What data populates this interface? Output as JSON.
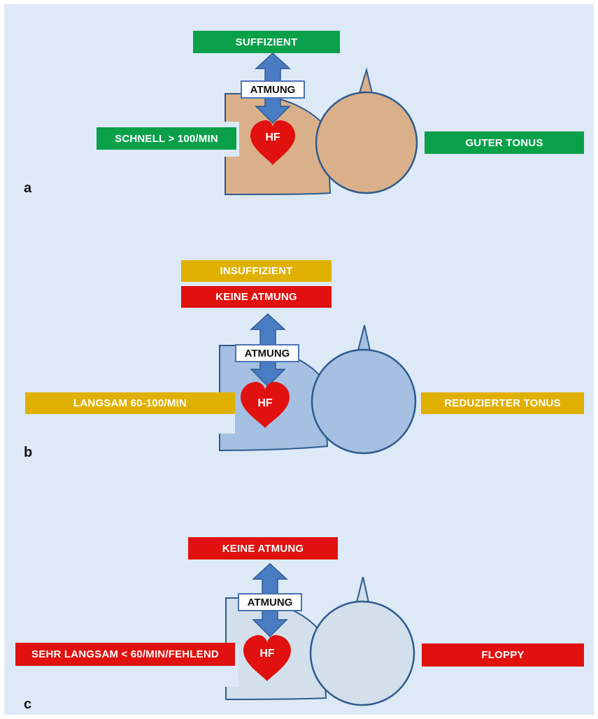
{
  "colors": {
    "green": "#0aa04a",
    "yellow": "#e0b000",
    "red": "#e0110f",
    "arrow": "#4a73b3",
    "heart": "#e0110f",
    "panel_a_body": "#dab08a",
    "panel_b_body": "#a5c0e2",
    "panel_c_body": "#d3dfeb",
    "outline": "#2e5b8e"
  },
  "icons": [
    "breathing-arrow-icon",
    "heart-icon",
    "head-shape",
    "body-shape"
  ],
  "panels": {
    "a": {
      "label": "a",
      "breathing": [
        "SUFFIZIENT"
      ],
      "atmung": "ATMUNG",
      "hf": "HF",
      "heart_rate": "SCHNELL > 100/MIN",
      "tone": "GUTER TONUS"
    },
    "b": {
      "label": "b",
      "breathing": [
        "INSUFFIZIENT",
        "KEINE ATMUNG"
      ],
      "atmung": "ATMUNG",
      "hf": "HF",
      "heart_rate": "LANGSAM 60-100/MIN",
      "tone": "REDUZIERTER TONUS"
    },
    "c": {
      "label": "c",
      "breathing": [
        "KEINE ATMUNG"
      ],
      "atmung": "ATMUNG",
      "hf": "HF",
      "heart_rate": "SEHR LANGSAM < 60/MIN/FEHLEND",
      "tone": "FLOPPY"
    }
  }
}
